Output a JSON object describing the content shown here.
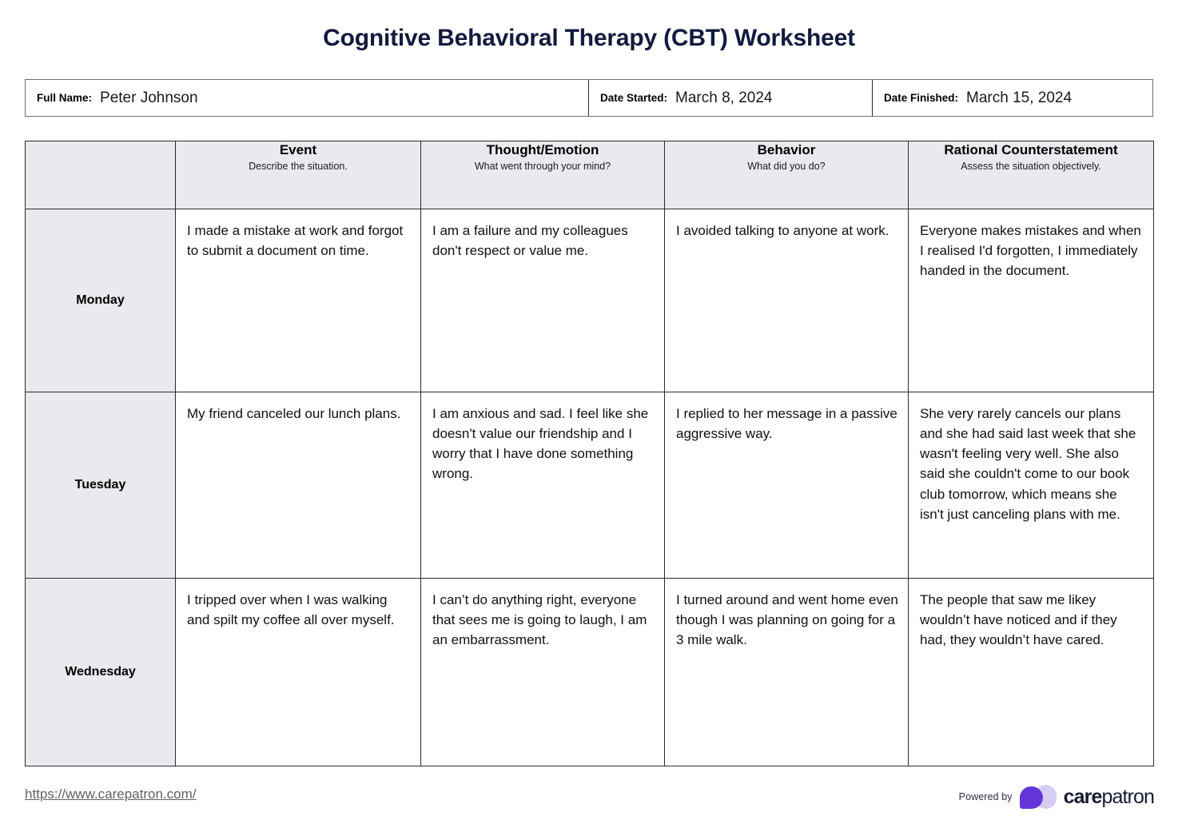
{
  "title": "Cognitive Behavioral Therapy (CBT) Worksheet",
  "info": {
    "full_name_label": "Full Name:",
    "full_name_value": "Peter Johnson",
    "date_started_label": "Date Started:",
    "date_started_value": "March 8, 2024",
    "date_finished_label": "Date Finished:",
    "date_finished_value": "March 15, 2024"
  },
  "table": {
    "columns": [
      {
        "title": "",
        "sub": ""
      },
      {
        "title": "Event",
        "sub": "Describe the situation."
      },
      {
        "title": "Thought/Emotion",
        "sub": "What went through your mind?"
      },
      {
        "title": "Behavior",
        "sub": "What did you do?"
      },
      {
        "title": "Rational Counterstatement",
        "sub": "Assess the situation objectively."
      }
    ],
    "rows": [
      {
        "day": "Monday",
        "event": "I made a mistake at work and forgot to submit a document on time.",
        "thought": "I am a failure and my colleagues don't respect or value me.",
        "behavior": "I avoided talking to anyone at work.",
        "rational": "Everyone makes mistakes and when I realised I'd forgotten, I immediately handed in the document."
      },
      {
        "day": "Tuesday",
        "event": "My friend canceled our lunch plans.",
        "thought": "I am anxious and sad. I feel like she doesn't value our friendship and I worry that I have done something wrong.",
        "behavior": "I replied to her message in a passive aggressive way.",
        "rational": "She very rarely cancels our plans and she had said last week that she wasn't feeling very well. She also said she couldn't come to our book club tomorrow, which means she isn't just canceling plans with me."
      },
      {
        "day": "Wednesday",
        "event": "I tripped over when I was walking and spilt my coffee all over myself.",
        "thought": "I can’t do anything right, everyone that sees me is going to laugh, I am an embarrassment.",
        "behavior": "I turned around and went home even though I was planning on going for a 3 mile walk.",
        "rational": "The people that saw me likey wouldn’t have noticed and if they had, they wouldn’t have cared."
      }
    ]
  },
  "footer": {
    "url": "https://www.carepatron.com/",
    "powered_by": "Powered by",
    "brand_bold": "care",
    "brand_light": "patron"
  },
  "colors": {
    "title_navy": "#121a3e",
    "header_fill": "#e8eaee",
    "brand_purple": "#6436d9",
    "brand_lavender": "#d6cdf5"
  }
}
